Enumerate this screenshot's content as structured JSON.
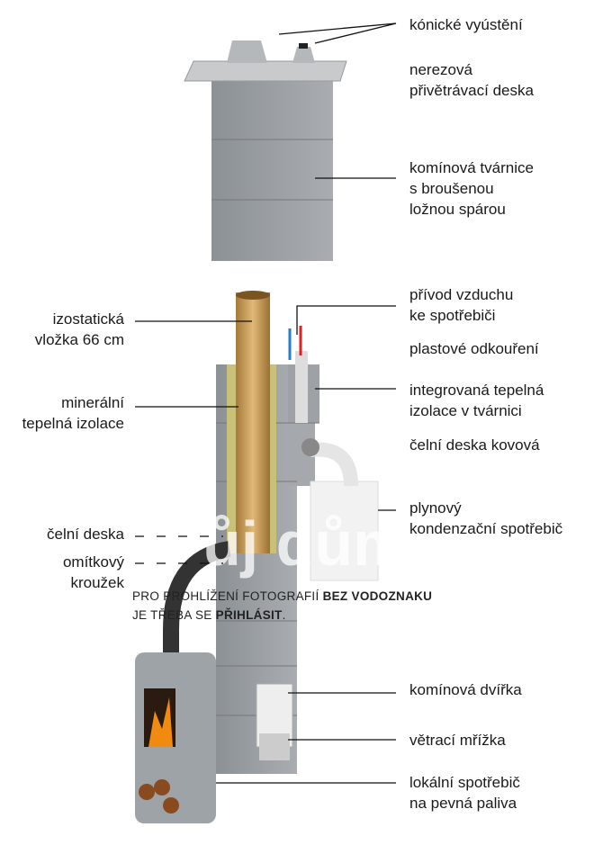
{
  "labels": {
    "konicke": "kónické vyústění",
    "nerez1": "nerezová",
    "nerez2": "přivětrávací deska",
    "tvarnice1": "komínová tvárnice",
    "tvarnice2": "s broušenou",
    "tvarnice3": "ložnou spárou",
    "privod1": "přívod vzduchu",
    "privod2": "ke spotřebiči",
    "plastove": "plastové odkouření",
    "integ1": "integrovaná tepelná",
    "integ2": "izolace v tvárnici",
    "celni_kovova": "čelní deska kovová",
    "plyn1": "plynový",
    "plyn2": "kondenzační spotřebič",
    "dvirka": "komínová dvířka",
    "mrizka": "větrací mřížka",
    "lokal1": "lokální spotřebič",
    "lokal2": "na pevná paliva",
    "izo1": "izostatická",
    "izo2": "vložka 66 cm",
    "min1": "minerální",
    "min2": "tepelná izolace",
    "celni": "čelní deska",
    "omit1": "omítkový",
    "omit2": "kroužek"
  },
  "watermark": {
    "logo": "ůj dům",
    "line1a": "PRO PROHLÍŽENÍ FOTOGRAFIÍ ",
    "line1b": "BEZ VODOZNAKU",
    "line2a": "JE TŘEBA SE ",
    "line2b": "PŘIHLÁSIT",
    "line2c": "."
  }
}
